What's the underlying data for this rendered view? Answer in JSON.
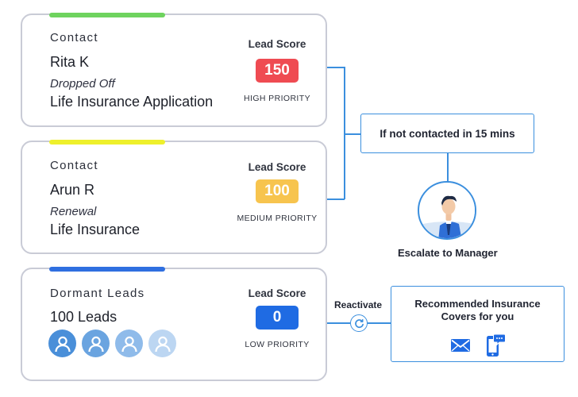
{
  "cards": [
    {
      "label": "Contact",
      "name": "Rita K",
      "status": "Dropped Off",
      "product": "Life Insurance Application",
      "score_label": "Lead Score",
      "score": "150",
      "priority": "HIGH PRIORITY",
      "accent_color": "#6ed35e",
      "badge_color": "#ef4b52"
    },
    {
      "label": "Contact",
      "name": "Arun R",
      "status": "Renewal",
      "product": "Life Insurance",
      "score_label": "Lead Score",
      "score": "100",
      "priority": "MEDIUM PRIORITY",
      "accent_color": "#eef02c",
      "badge_color": "#f7c44e"
    },
    {
      "label": "Dormant Leads",
      "count": "100 Leads",
      "score_label": "Lead Score",
      "score": "0",
      "priority": "LOW PRIORITY",
      "accent_color": "#2f6fe0",
      "badge_color": "#1f6be3",
      "avatar_colors": [
        "#4a8fd9",
        "#6aa4e0",
        "#8fbbea",
        "#bcd6f2"
      ]
    }
  ],
  "escalation": {
    "trigger": "If not contacted in 15 mins",
    "caption": "Escalate to Manager"
  },
  "reactivation": {
    "label": "Reactivate",
    "recommend_title": "Recommended Insurance Covers for you"
  },
  "colors": {
    "line": "#3b8fde",
    "card_border": "#c9cbd6"
  }
}
